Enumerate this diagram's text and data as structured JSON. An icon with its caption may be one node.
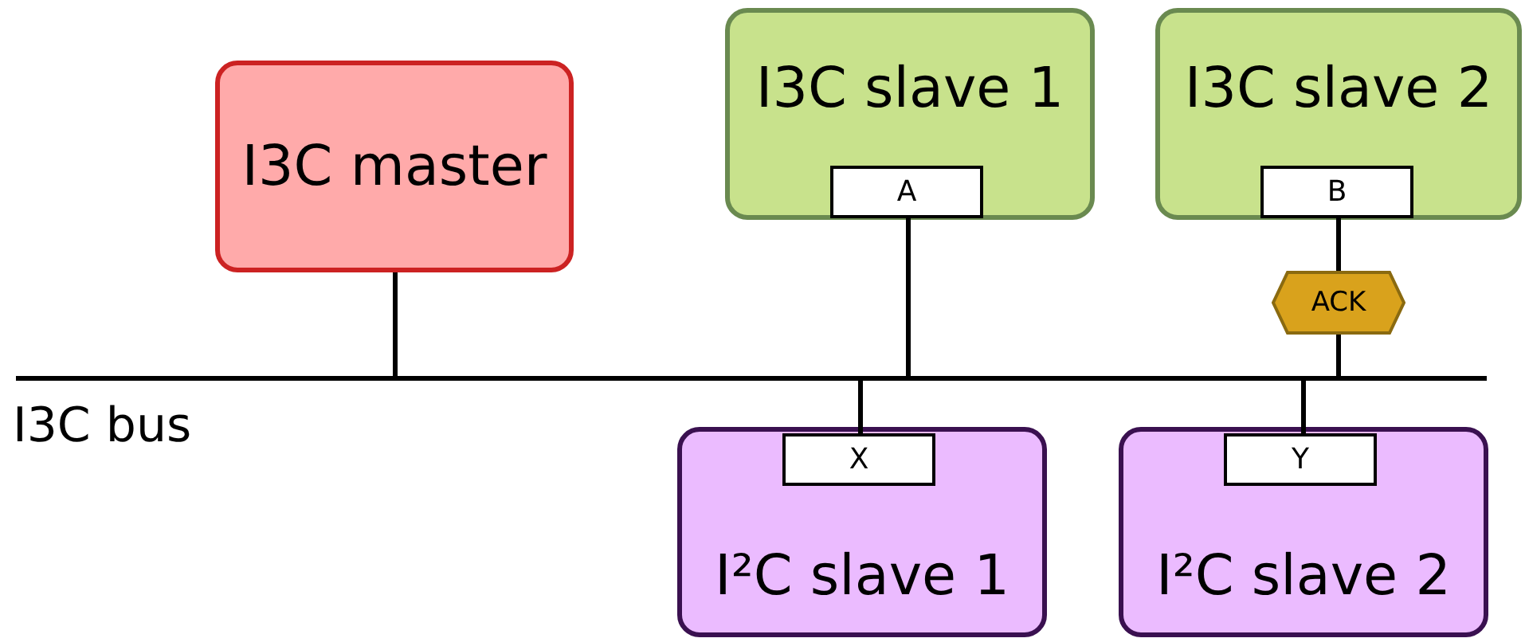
{
  "diagram": {
    "nodes": [
      {
        "text": [
          "I3C master"
        ]
      },
      {
        "text": [
          "I3C slave 1"
        ]
      },
      {
        "text": [
          "A"
        ],
        "in": 1
      },
      {
        "text": [
          "I3C slave 2"
        ]
      },
      {
        "text": [
          "B"
        ],
        "in": 3
      },
      {
        "text": [
          "ACK"
        ]
      },
      {
        "text": [],
        "shape": "bar",
        "beside": [
          "I3C bus"
        ]
      },
      {
        "text": [
          "I²C slave 1"
        ]
      },
      {
        "text": [
          "X"
        ],
        "in": 7
      },
      {
        "text": [
          "I²C slave 2"
        ]
      },
      {
        "text": [
          "Y"
        ],
        "in": 9
      }
    ],
    "edges": [
      {
        "from": 0,
        "to": 6,
        "arrow": "none"
      },
      {
        "from": 2,
        "to": 6,
        "arrow": "none"
      },
      {
        "from": 4,
        "to": 5,
        "arrow": "none"
      },
      {
        "from": 5,
        "to": 6,
        "arrow": "none"
      },
      {
        "from": 8,
        "to": 6,
        "arrow": "none"
      },
      {
        "from": 10,
        "to": 6,
        "arrow": "none"
      }
    ]
  }
}
